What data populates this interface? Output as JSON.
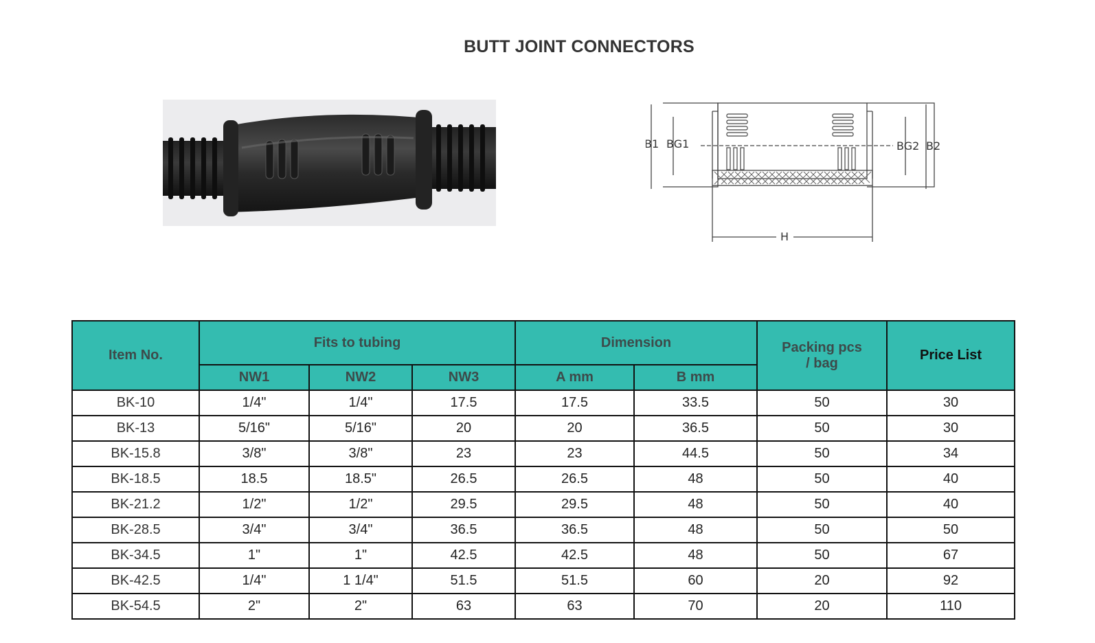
{
  "page": {
    "title": "BUTT JOINT CONNECTORS"
  },
  "diagram": {
    "labels": [
      "B1",
      "BG1",
      "BG2",
      "B2",
      "H"
    ]
  },
  "table": {
    "headers": {
      "item_no": "Item No.",
      "fits": "Fits to tubing",
      "dimension": "Dimension",
      "packing": "Packing pcs / bag",
      "price": "Price List",
      "nw1": "NW1",
      "nw2": "NW2",
      "nw3": "NW3",
      "a_mm": "A mm",
      "b_mm": "B mm"
    },
    "rows": [
      [
        "BK-10",
        "1/4\"",
        "1/4\"",
        "17.5",
        "17.5",
        "33.5",
        "50",
        "30"
      ],
      [
        "BK-13",
        "5/16\"",
        "5/16\"",
        "20",
        "20",
        "36.5",
        "50",
        "30"
      ],
      [
        "BK-15.8",
        "3/8\"",
        "3/8\"",
        "23",
        "23",
        "44.5",
        "50",
        "34"
      ],
      [
        "BK-18.5",
        "18.5",
        "18.5\"",
        "26.5",
        "26.5",
        "48",
        "50",
        "40"
      ],
      [
        "BK-21.2",
        "1/2\"",
        "1/2\"",
        "29.5",
        "29.5",
        "48",
        "50",
        "40"
      ],
      [
        "BK-28.5",
        "3/4\"",
        "3/4\"",
        "36.5",
        "36.5",
        "48",
        "50",
        "50"
      ],
      [
        "BK-34.5",
        "1\"",
        "1\"",
        "42.5",
        "42.5",
        "48",
        "50",
        "67"
      ],
      [
        "BK-42.5",
        "1/4\"",
        "1 1/4\"",
        "51.5",
        "51.5",
        "60",
        "20",
        "92"
      ],
      [
        "BK-54.5",
        "2\"",
        "2\"",
        "63",
        "63",
        "70",
        "20",
        "110"
      ]
    ]
  }
}
